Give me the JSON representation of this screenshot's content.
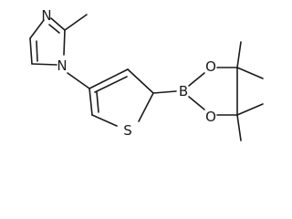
{
  "molecule": {
    "atoms": {
      "n_imine": "N",
      "n_pyrrole": "N",
      "sulfur": "S",
      "boron": "B",
      "oxygen_top": "O",
      "oxygen_bottom": "O"
    }
  }
}
